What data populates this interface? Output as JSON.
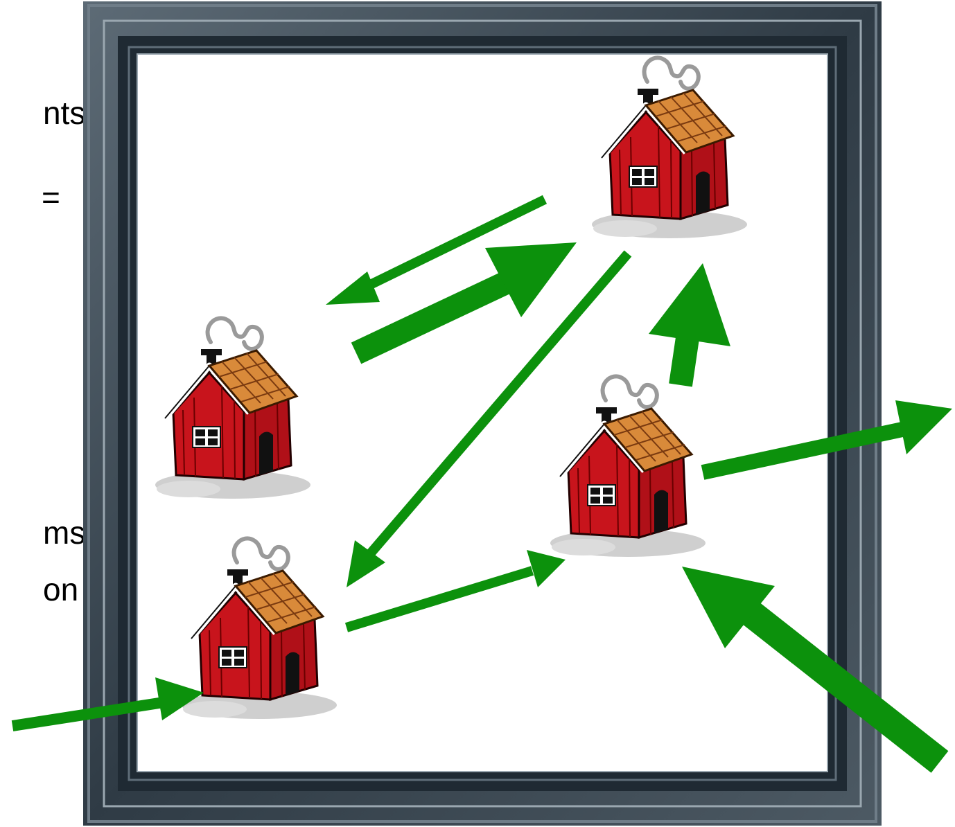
{
  "text_fragments": {
    "line1": "nts!",
    "line2": "=",
    "line3": "ms",
    "line4": "on"
  },
  "colors": {
    "frame_outer": "#4a5863",
    "frame_inner": "#2b3640",
    "frame_highlight": "#9aa7b0",
    "arrow": "#0c910c",
    "house_red": "#c8141c",
    "roof_orange": "#d98a3a",
    "shadow": "#c8c8c8"
  },
  "icons": {
    "house": "red-house-with-chimney-icon"
  }
}
